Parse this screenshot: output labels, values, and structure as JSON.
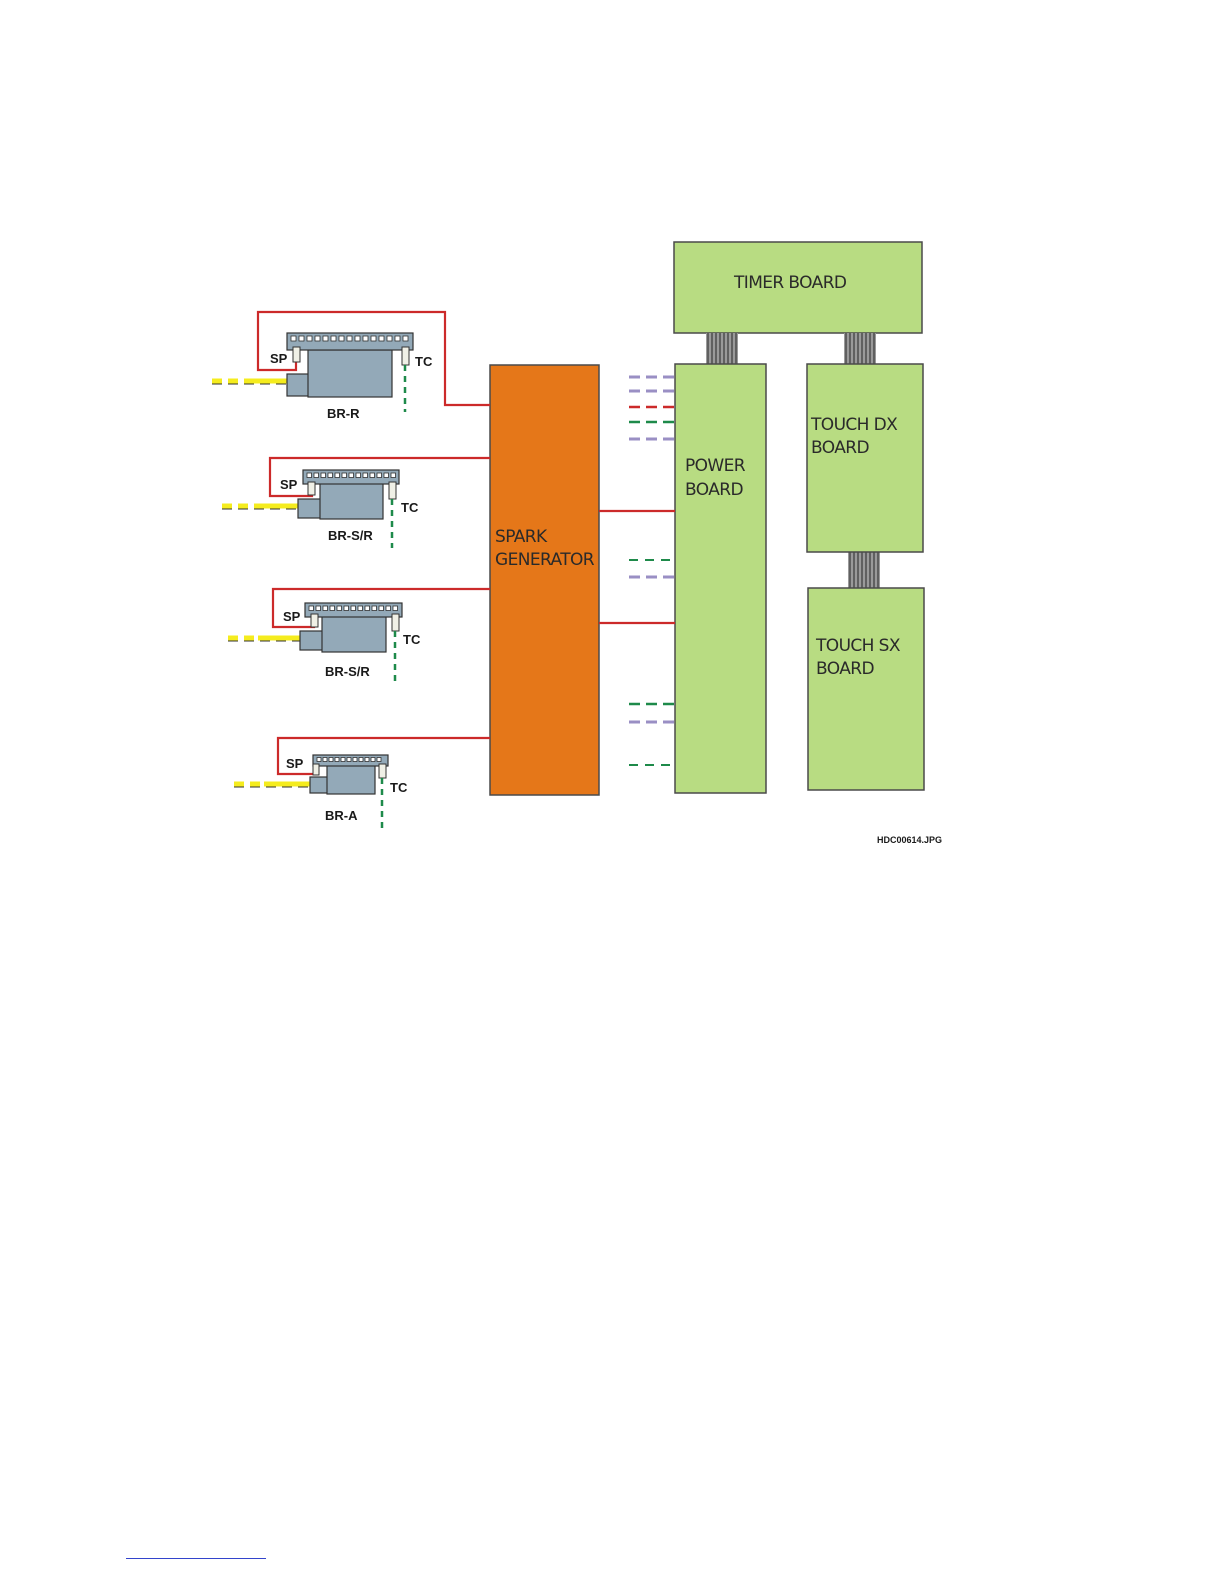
{
  "boards": {
    "timer": {
      "line1": "TIMER BOARD"
    },
    "power": {
      "line1": "POWER",
      "line2": "BOARD"
    },
    "spark": {
      "line1": "SPARK",
      "line2": "GENERATOR"
    },
    "touch_dx": {
      "line1": "TOUCH DX",
      "line2": "BOARD"
    },
    "touch_sx": {
      "line1": "TOUCH SX",
      "line2": "BOARD"
    }
  },
  "burners": [
    {
      "name": "BR-R",
      "sp": "SP",
      "tc": "TC"
    },
    {
      "name": "BR-S/R",
      "sp": "SP",
      "tc": "TC"
    },
    {
      "name": "BR-S/R",
      "sp": "SP",
      "tc": "TC"
    },
    {
      "name": "BR-A",
      "sp": "SP",
      "tc": "TC"
    }
  ],
  "file_label": "HDC00614.JPG",
  "colors": {
    "board_green": "#b8dc82",
    "spark_orange": "#e57719",
    "wire_red": "#cc2a2a",
    "wire_green_dashed": "#1e8a4a",
    "wire_purple_dashed": "#9a8fc4",
    "gas_yellow": "#f5ec1e",
    "valve_gray": "#93a9b8"
  }
}
